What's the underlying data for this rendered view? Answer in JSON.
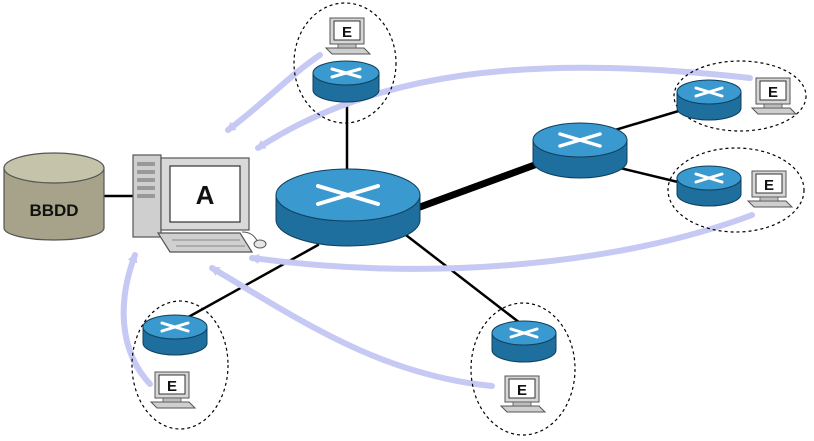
{
  "diagram": {
    "database_label": "BBDD",
    "central_station_label": "A",
    "endpoint_label": "E",
    "colors": {
      "router_top": "#3a9ad0",
      "router_side": "#1e6e9e",
      "arrow": "#c6c9f3",
      "database": "#a6a38a",
      "link": "#000000"
    }
  }
}
